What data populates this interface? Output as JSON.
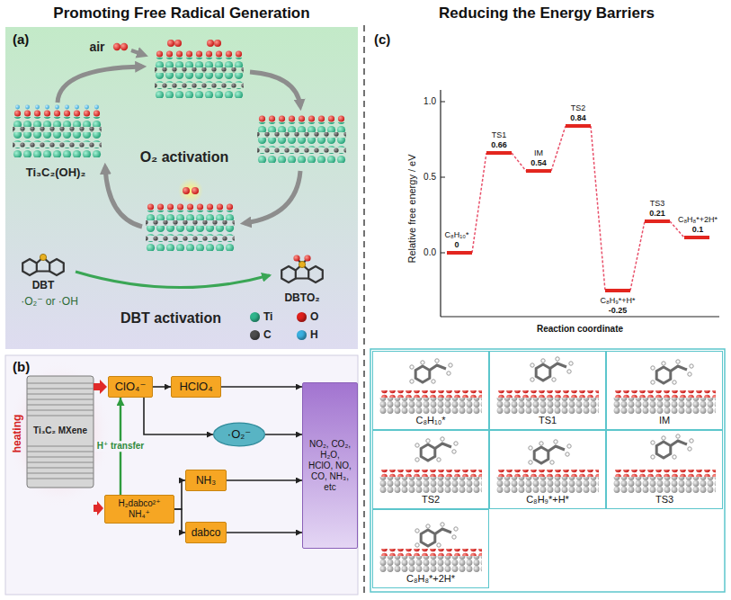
{
  "diagram": {
    "nodes": [
      {
        "text": [
          "ClO₄⁻"
        ]
      },
      {
        "text": [
          "HClO₄"
        ]
      },
      {
        "text": [
          "·O₂⁻"
        ]
      },
      {
        "text": [
          "H₂dabco²⁺ NH₄⁺"
        ]
      },
      {
        "text": [
          "NH₃"
        ]
      },
      {
        "text": [
          "dabco"
        ]
      },
      {
        "text": [
          "NO₂, CO₂, H₂O, HClO, NO, CO, NH₃, etc"
        ]
      },
      {
        "text": [
          "C₈H₁₀*"
        ]
      },
      {
        "text": [
          "TS1"
        ]
      },
      {
        "text": [
          "IM"
        ]
      },
      {
        "text": [
          "TS2"
        ]
      },
      {
        "text": [
          "C₈H₉*+H*"
        ]
      },
      {
        "text": [
          "TS3"
        ]
      },
      {
        "text": [
          "C₈H₈*+2H*"
        ]
      }
    ],
    "edges": [
      {
        "from": 0,
        "to": 1,
        "arrow": "to"
      },
      {
        "from": 0,
        "to": 2,
        "arrow": "to"
      },
      {
        "from": 1,
        "to": 6,
        "arrow": "to"
      },
      {
        "from": 2,
        "to": 6,
        "arrow": "to"
      },
      {
        "from": 3,
        "to": 0,
        "arrow": "to",
        "label": "H⁺ transfer"
      },
      {
        "from": 3,
        "to": 4,
        "arrow": "to"
      },
      {
        "from": 3,
        "to": 5,
        "arrow": "to"
      },
      {
        "from": 4,
        "to": 6,
        "arrow": "to"
      },
      {
        "from": 5,
        "to": 6,
        "arrow": "to"
      }
    ],
    "labels": [
      "Promoting Free Radical Generation",
      "Reducing the Energy Barriers",
      "(a)",
      "air",
      "O₂ activation",
      "Ti₃C₂(OH)₂",
      "DBT",
      "·O₂⁻ or ·OH",
      "DBT activation",
      "DBTO₂",
      "(b)",
      "heating",
      "Ti₃C₂ MXene",
      "(c)",
      "1.0",
      "0.5",
      "0.0",
      "Relative free energy / eV",
      "Reaction coordinate",
      "C₈H₁₀*",
      "0",
      "TS1",
      "0.66",
      "IM",
      "0.54",
      "TS2",
      "0.84",
      "C₈H₉*+H*",
      "-0.25",
      "TS3",
      "0.21",
      "C₈H₈*+2H*",
      "0.1"
    ],
    "legend": [
      {
        "text": "Ti",
        "color": "#2fb58c"
      },
      {
        "text": "O",
        "color": "#e0201c"
      },
      {
        "text": "C",
        "color": "#4d4d4d"
      },
      {
        "text": "H",
        "color": "#3ab0e0"
      }
    ]
  }
}
